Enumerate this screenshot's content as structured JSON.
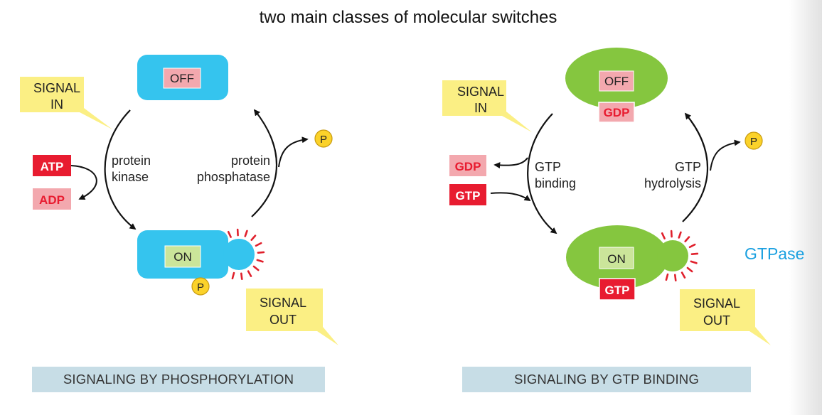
{
  "title": "two main classes of molecular switches",
  "side_label": "GTPase",
  "left_panel": {
    "caption": "SIGNALING BY PHOSPHORYLATION",
    "state_off": "OFF",
    "state_on": "ON",
    "signal_in": [
      "SIGNAL",
      "IN"
    ],
    "signal_out": [
      "SIGNAL",
      "OUT"
    ],
    "enzyme_forward": [
      "protein",
      "kinase"
    ],
    "enzyme_reverse": [
      "protein",
      "phosphatase"
    ],
    "input_molecule": "ATP",
    "output_molecule": "ADP",
    "phosphate_label": "P"
  },
  "right_panel": {
    "caption": "SIGNALING BY GTP BINDING",
    "state_off": "OFF",
    "state_on": "ON",
    "bound_off": "GDP",
    "bound_on": "GTP",
    "signal_in": [
      "SIGNAL",
      "IN"
    ],
    "signal_out": [
      "SIGNAL",
      "OUT"
    ],
    "process_forward": [
      "GTP",
      "binding"
    ],
    "process_reverse": [
      "GTP",
      "hydrolysis"
    ],
    "input_molecule": "GTP",
    "output_molecule": "GDP",
    "phosphate_label": "P"
  },
  "colors": {
    "kinase_protein": "#35c4ee",
    "gtpase_protein": "#85c63f",
    "signal_box": "#fbef84",
    "pink_label": "#f3a8ae",
    "red_label": "#e81c30",
    "phosphate": "#fbd22a",
    "on_label": "#cbe59a",
    "active_rays": "#e0202c"
  }
}
